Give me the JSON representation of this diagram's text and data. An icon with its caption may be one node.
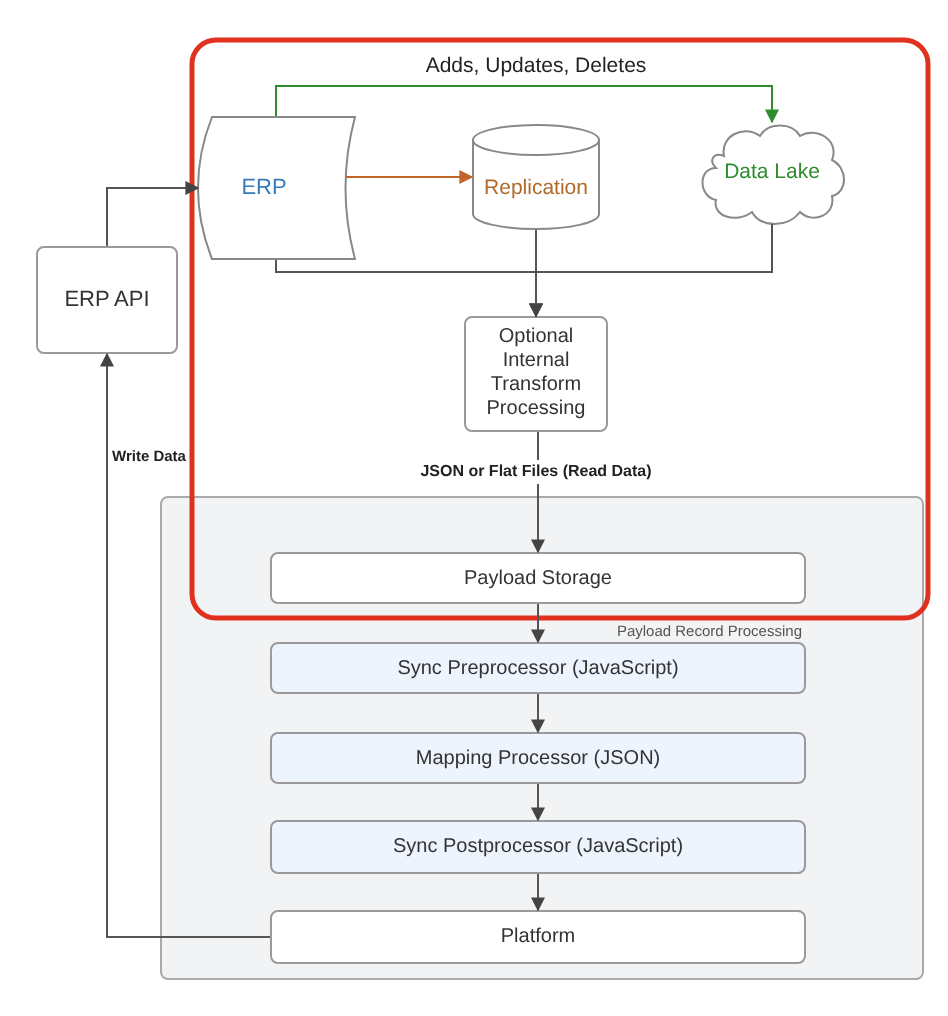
{
  "diagram": {
    "nodes": [
      {
        "text": [
          "ERP"
        ]
      },
      {
        "text": [
          "Replication"
        ]
      },
      {
        "text": [
          "Data Lake"
        ]
      },
      {
        "text": [
          "ERP API"
        ]
      },
      {
        "text": [
          "Optional Internal Transform Processing"
        ]
      },
      {
        "text": [
          "Payload Record Processing"
        ]
      },
      {
        "text": [
          "Payload Storage"
        ],
        "in": 5
      },
      {
        "text": [
          "Sync Preprocessor (JavaScript)"
        ],
        "in": 5
      },
      {
        "text": [
          "Mapping Processor (JSON)"
        ],
        "in": 5
      },
      {
        "text": [
          "Sync Postprocessor (JavaScript)"
        ],
        "in": 5
      },
      {
        "text": [
          "Platform"
        ],
        "in": 5
      }
    ],
    "edges": [
      {
        "from": 0,
        "to": 1,
        "arrow": "to",
        "color": "#c0662a"
      },
      {
        "from": 0,
        "to": 2,
        "arrow": "to",
        "color": "#2e8b2e",
        "label": "Adds, Updates, Deletes"
      },
      {
        "from": 0,
        "to": 4,
        "arrow": "to"
      },
      {
        "from": 1,
        "to": 4,
        "arrow": "to"
      },
      {
        "from": 2,
        "to": 4,
        "arrow": "to"
      },
      {
        "from": 4,
        "to": 6,
        "arrow": "to",
        "label": "JSON or Flat Files (Read Data)"
      },
      {
        "from": 6,
        "to": 7,
        "arrow": "to"
      },
      {
        "from": 7,
        "to": 8,
        "arrow": "to"
      },
      {
        "from": 8,
        "to": 9,
        "arrow": "to"
      },
      {
        "from": 9,
        "to": 10,
        "arrow": "to"
      },
      {
        "from": 10,
        "to": 3,
        "arrow": "to",
        "label": "Write Data"
      },
      {
        "from": 3,
        "to": 0,
        "arrow": "to"
      }
    ]
  }
}
